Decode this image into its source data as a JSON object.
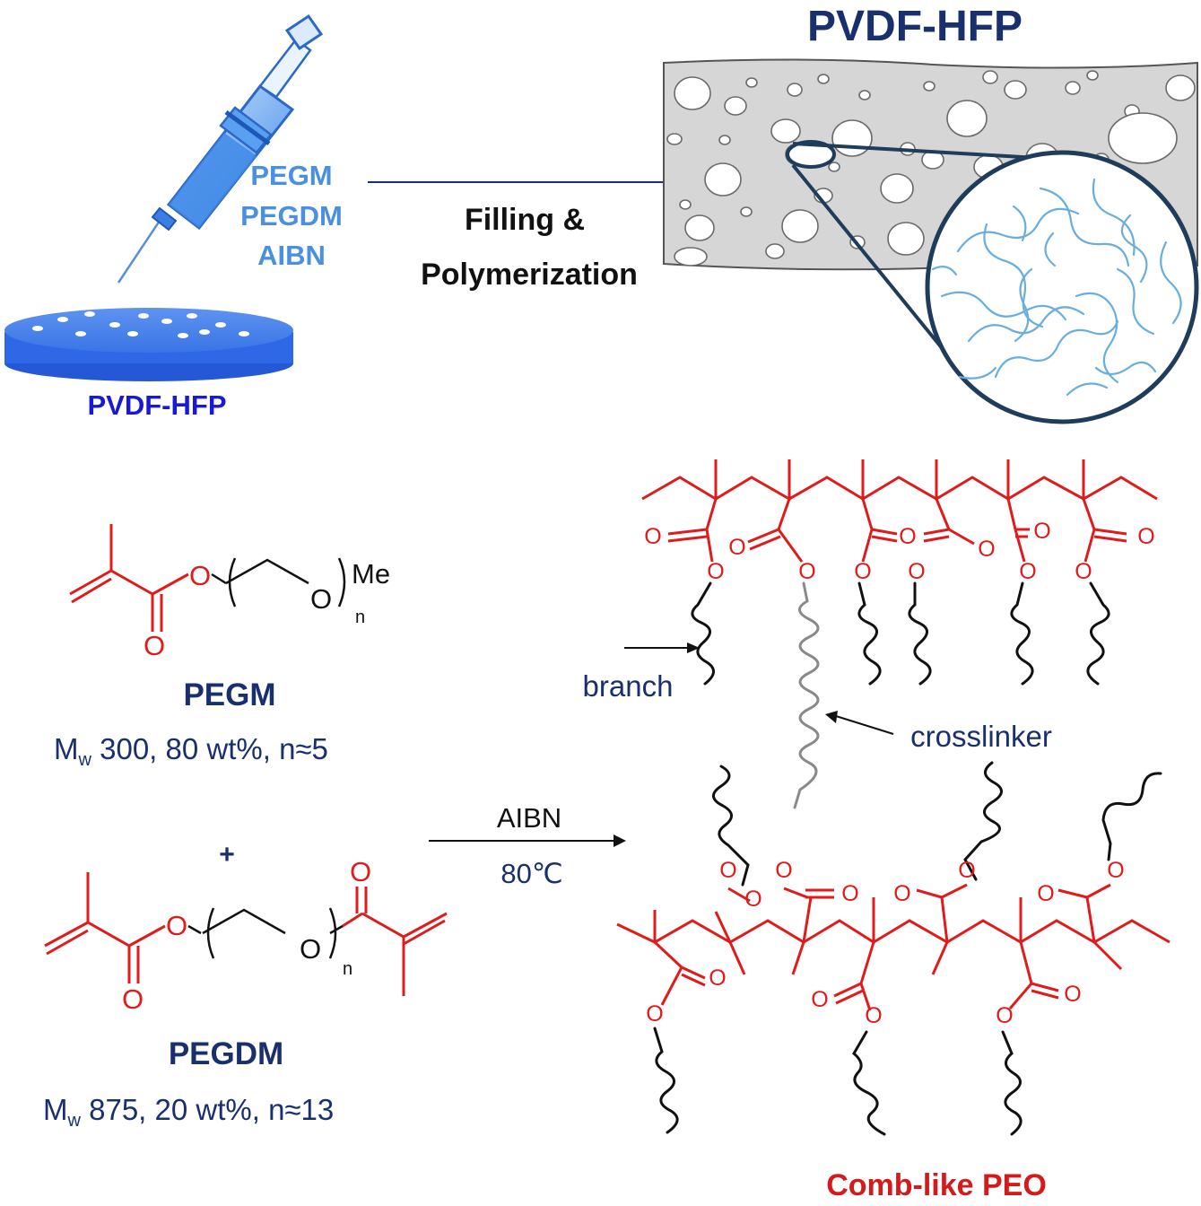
{
  "top": {
    "syringe_reagents": [
      "PEGM",
      "PEGDM",
      "AIBN"
    ],
    "membrane_label": "PVDF-HFP",
    "process_label_line1": "Filling &",
    "process_label_line2": "Polymerization",
    "porous_title": "PVDF-HFP"
  },
  "monomers": {
    "pegm": {
      "subscript_n": "n",
      "me_group": "Me",
      "oxygen": "O",
      "name": "PEGM",
      "props_prefix": "M",
      "props_sub": "w",
      "props_rest": " 300, 80 wt%, n≈5"
    },
    "plus": "+",
    "pegdm": {
      "subscript_n": "n",
      "oxygen": "O",
      "name": "PEGDM",
      "props_prefix": "M",
      "props_sub": "w",
      "props_rest": " 875, 20 wt%, n≈13"
    }
  },
  "reaction": {
    "reagent": "AIBN",
    "condition": "80℃"
  },
  "product": {
    "branch_label": "branch",
    "crosslinker_label": "crosslinker",
    "name": "Comb-like PEO",
    "atom_o": "O"
  },
  "colors": {
    "red": "#e01b1b",
    "navy": "#1a2f6e",
    "light_blue": "#4a8fe0",
    "disc_blue": "#2f6ee8",
    "membrane_gray": "#d9d9d9"
  }
}
